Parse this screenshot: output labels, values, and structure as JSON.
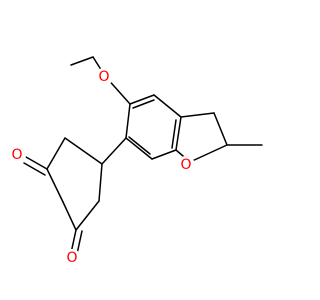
{
  "molecule": {
    "atoms": {
      "ether_oxygen": "O",
      "ring_oxygen": "O",
      "ketone_oxygen_top": "O",
      "ketone_oxygen_bottom": "O"
    },
    "colors": {
      "bond": "#000000",
      "oxygen": "#ff0000",
      "background": "#ffffff"
    }
  }
}
